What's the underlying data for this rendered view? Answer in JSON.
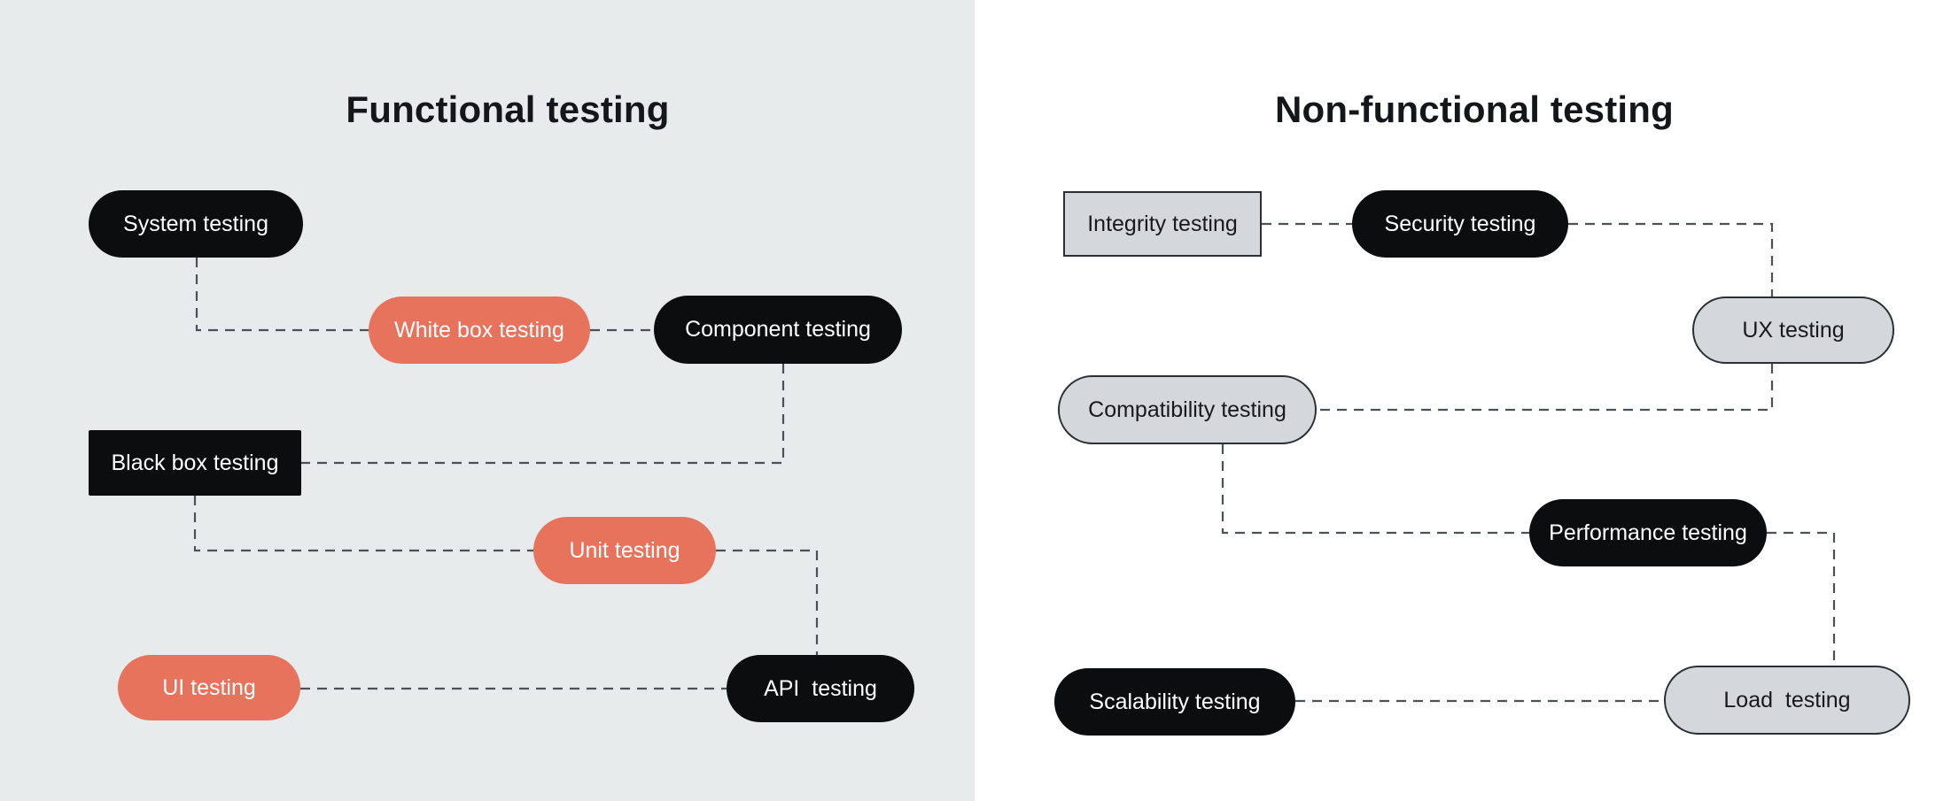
{
  "functional": {
    "title": "Functional testing",
    "nodes": [
      {
        "id": "system-testing",
        "label": "System testing",
        "variant": "black-pill"
      },
      {
        "id": "white-box-testing",
        "label": "White box testing",
        "variant": "accent-pill"
      },
      {
        "id": "component-testing",
        "label": "Component testing",
        "variant": "black-pill"
      },
      {
        "id": "black-box-testing",
        "label": "Black box testing",
        "variant": "black-rect"
      },
      {
        "id": "unit-testing",
        "label": "Unit testing",
        "variant": "accent-pill"
      },
      {
        "id": "ui-testing",
        "label": "UI testing",
        "variant": "accent-pill"
      },
      {
        "id": "api-testing",
        "label": "API  testing",
        "variant": "black-pill"
      }
    ]
  },
  "non_functional": {
    "title": "Non-functional testing",
    "nodes": [
      {
        "id": "integrity-testing",
        "label": "Integrity testing",
        "variant": "gray-rect"
      },
      {
        "id": "security-testing",
        "label": "Security testing",
        "variant": "black-pill"
      },
      {
        "id": "ux-testing",
        "label": "UX testing",
        "variant": "gray-pill"
      },
      {
        "id": "compatibility-testing",
        "label": "Compatibility testing",
        "variant": "gray-pill"
      },
      {
        "id": "performance-testing",
        "label": "Performance testing",
        "variant": "black-pill"
      },
      {
        "id": "scalability-testing",
        "label": "Scalability testing",
        "variant": "black-pill"
      },
      {
        "id": "load-testing",
        "label": "Load  testing",
        "variant": "gray-pill"
      }
    ]
  },
  "colors": {
    "left_panel_bg": "#e8ebec",
    "right_panel_bg": "#ffffff",
    "node_black": "#0c0d0e",
    "node_accent": "#e8735c",
    "node_gray": "#d5d8da",
    "node_border": "#2b3036",
    "connector": "#4c5155",
    "title_text": "#141619",
    "text_on_dark": "#ffffff",
    "text_on_light": "#17191c"
  }
}
